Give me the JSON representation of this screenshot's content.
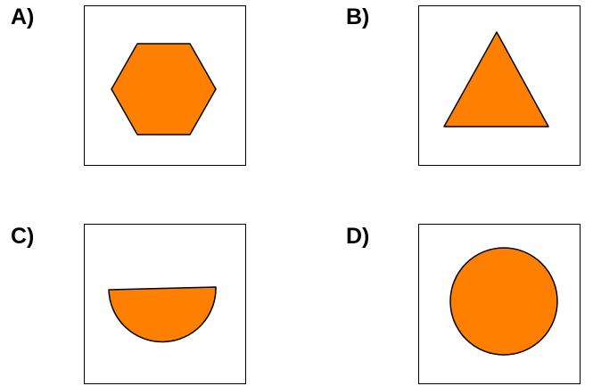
{
  "options": [
    {
      "label": "A)",
      "shape": "hexagon"
    },
    {
      "label": "B)",
      "shape": "triangle"
    },
    {
      "label": "C)",
      "shape": "half-circle"
    },
    {
      "label": "D)",
      "shape": "circle"
    }
  ],
  "colors": {
    "shape_fill": "#FF8000",
    "stroke": "#000000",
    "background": "#FFFFFF"
  }
}
